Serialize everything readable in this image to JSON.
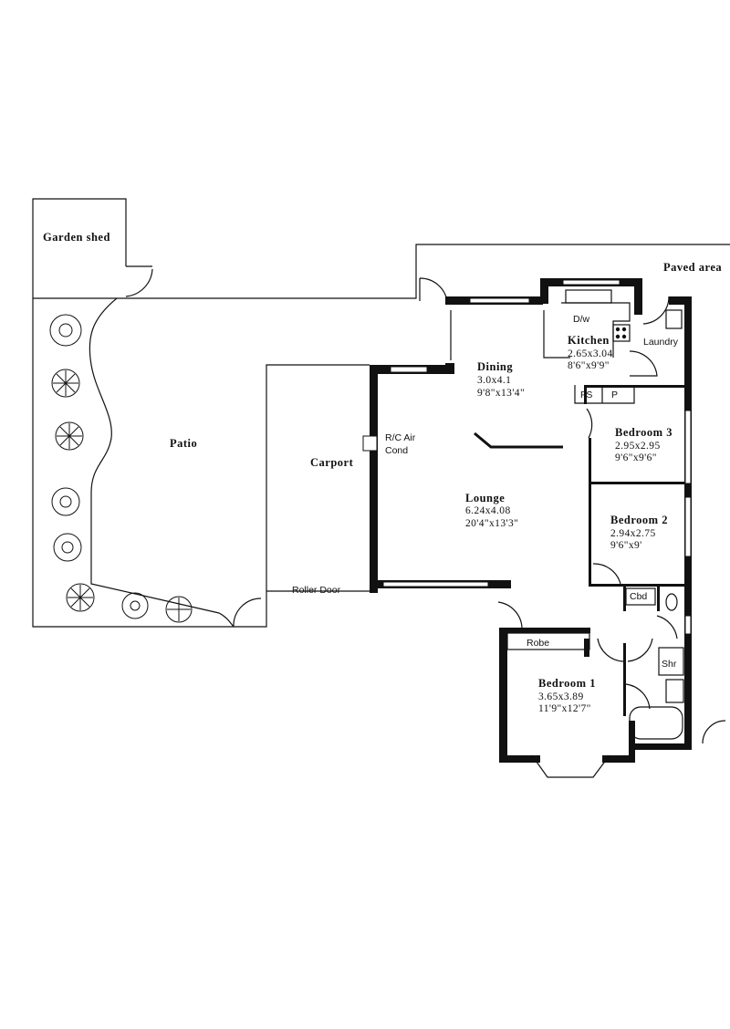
{
  "title": "Floor plan",
  "areas": {
    "garden_shed": "Garden shed",
    "paved_area": "Paved area",
    "patio": "Patio",
    "carport": "Carport",
    "roller_door": "Roller Door",
    "air_cond": [
      "R/C Air",
      "Cond"
    ]
  },
  "rooms": {
    "dining": {
      "name": "Dining",
      "metric": "3.0x4.1",
      "imperial": "9'8\"x13'4\""
    },
    "kitchen": {
      "name": "Kitchen",
      "metric": "2.65x3.04",
      "imperial": "8'6\"x9'9\""
    },
    "laundry": {
      "name": "Laundry"
    },
    "bedroom3": {
      "name": "Bedroom  3",
      "metric": "2.95x2.95",
      "imperial": "9'6\"x9'6\""
    },
    "lounge": {
      "name": "Lounge",
      "metric": "6.24x4.08",
      "imperial": "20'4\"x13'3\""
    },
    "bedroom2": {
      "name": "Bedroom  2",
      "metric": "2.94x2.75",
      "imperial": "9'6\"x9'"
    },
    "bedroom1": {
      "name": "Bedroom  1",
      "metric": "3.65x3.89",
      "imperial": "11'9\"x12'7\""
    }
  },
  "fixtures": {
    "dishwasher": "D/w",
    "fridge_space": "FS",
    "pantry": "P",
    "cupboard": "Cbd",
    "shower": "Shr",
    "robe": "Robe"
  }
}
